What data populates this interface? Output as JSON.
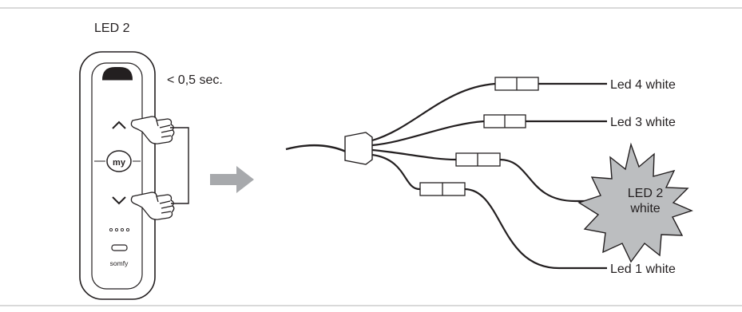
{
  "led_title": "LED 2",
  "press_time": "< 0,5 sec.",
  "remote": {
    "my_label": "my",
    "brand_label": "somfy",
    "up_button": "up-arrow",
    "down_button": "down-arrow"
  },
  "outputs": {
    "led4": "Led 4 white",
    "led3": "Led 3 white",
    "led1": "Led 1 white",
    "led2_line1": "LED 2",
    "led2_line2": "white"
  },
  "colors": {
    "line": "#231f20",
    "arrow": "#a7a9ac",
    "burst": "#bcbec0",
    "rule": "#d9d9d9"
  }
}
